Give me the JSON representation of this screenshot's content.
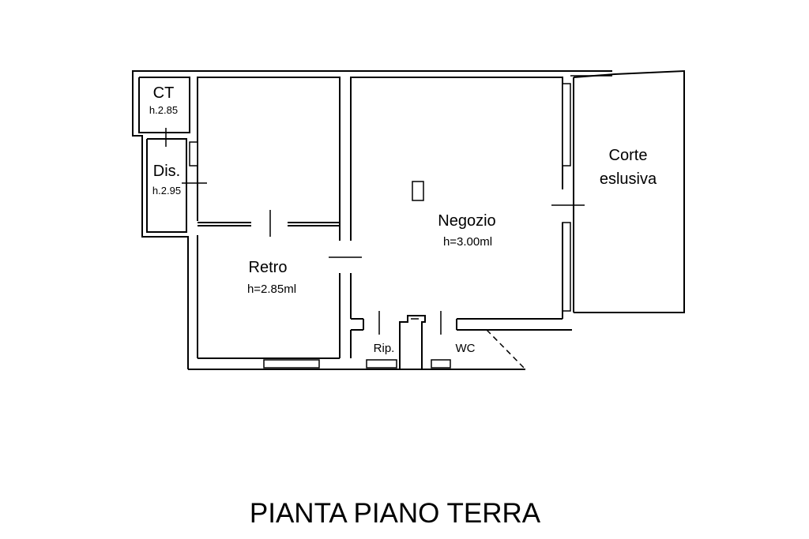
{
  "rooms": {
    "ct": {
      "name": "CT",
      "height": "h.2.85"
    },
    "dis": {
      "name": "Dis.",
      "height": "h.2.95"
    },
    "retro": {
      "name": "Retro",
      "height": "h=2.85ml"
    },
    "negozio": {
      "name": "Negozio",
      "height": "h=3.00ml"
    },
    "corte": {
      "name_line1": "Corte",
      "name_line2": "eslusiva"
    },
    "rip": {
      "name": "Rip."
    },
    "wc": {
      "name": "WC"
    }
  },
  "title": "PIANTA PIANO TERRA"
}
